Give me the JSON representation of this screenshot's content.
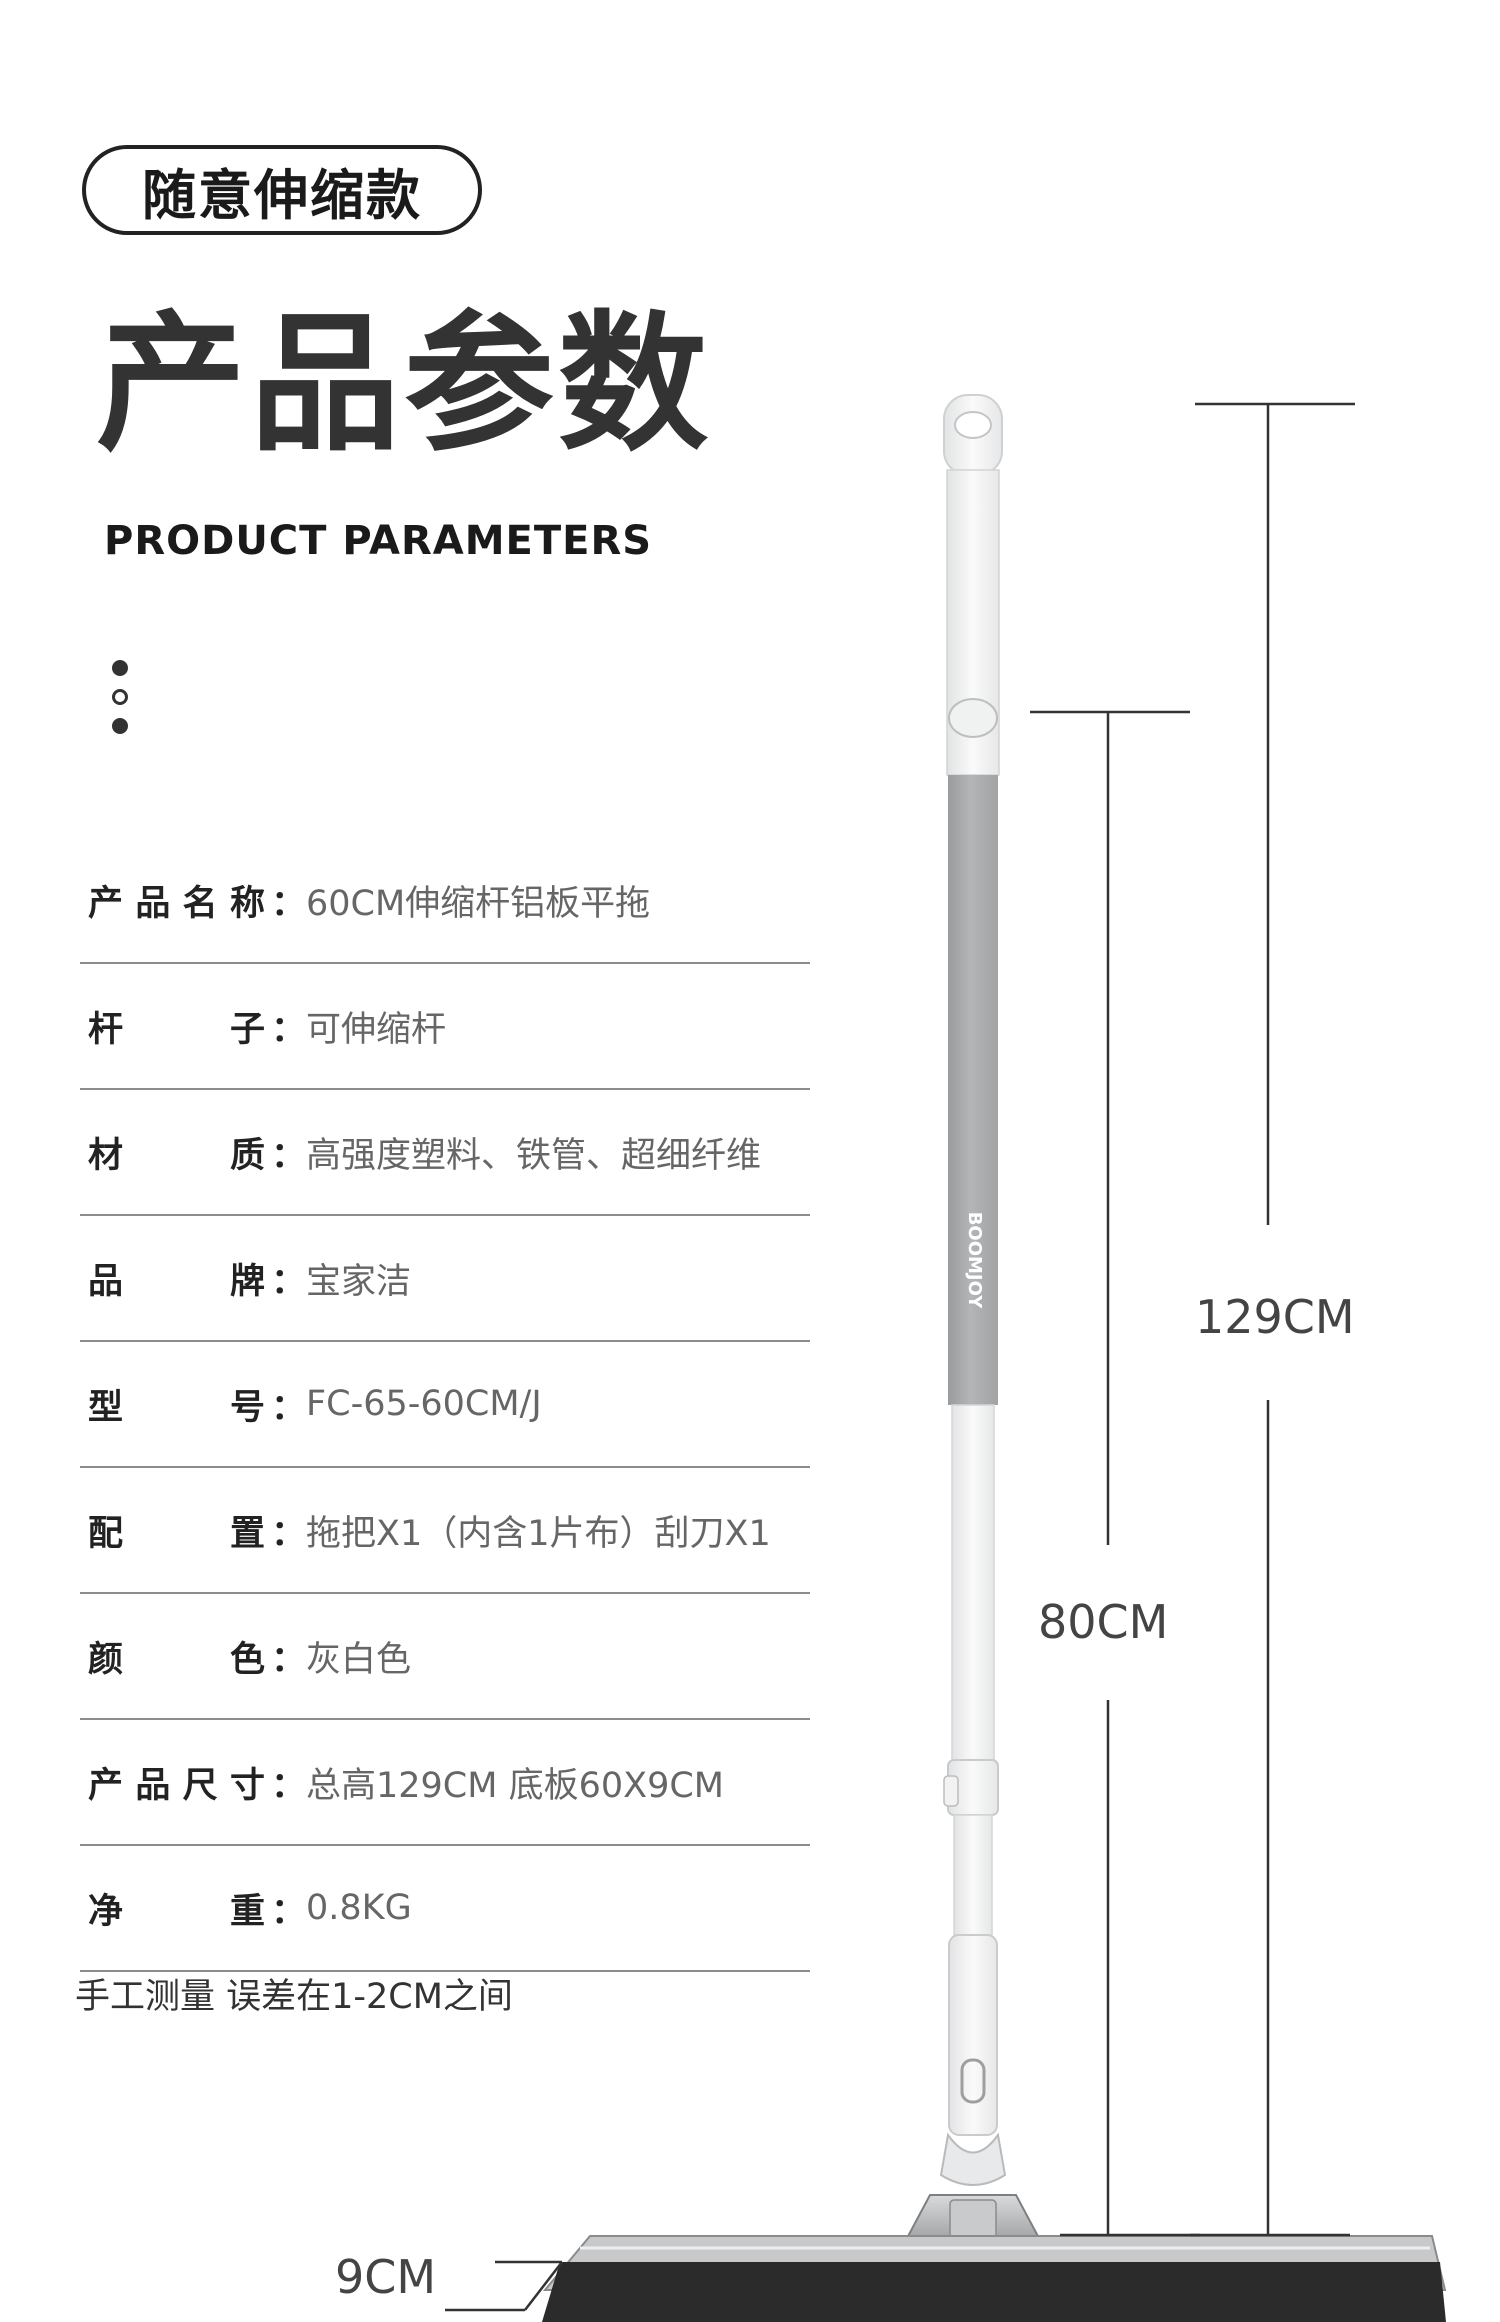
{
  "header": {
    "badge": "随意伸缩款",
    "title": "产品参数",
    "subtitle": "PRODUCT PARAMETERS"
  },
  "specs": [
    {
      "label": [
        "产",
        "品",
        "名",
        "称"
      ],
      "value": "60CM伸缩杆铝板平拖"
    },
    {
      "label": [
        "杆",
        "子"
      ],
      "value": "可伸缩杆"
    },
    {
      "label": [
        "材",
        "质"
      ],
      "value": "高强度塑料、铁管、超细纤维"
    },
    {
      "label": [
        "品",
        "牌"
      ],
      "value": "宝家洁"
    },
    {
      "label": [
        "型",
        "号"
      ],
      "value": "FC-65-60CM/J"
    },
    {
      "label": [
        "配",
        "置"
      ],
      "value": "拖把X1（内含1片布）刮刀X1"
    },
    {
      "label": [
        "颜",
        "色"
      ],
      "value": "灰白色"
    },
    {
      "label": [
        "产",
        "品",
        "尺",
        "寸"
      ],
      "value": "总高129CM 底板60X9CM"
    },
    {
      "label": [
        "净",
        "重"
      ],
      "value": "0.8KG"
    }
  ],
  "note": "手工测量 误差在1-2CM之间",
  "dimensions": {
    "total_height": "129CM",
    "pole_height": "80CM",
    "base_width": "9CM"
  },
  "brand_on_pole": "BOOMJOY",
  "colors": {
    "pole_gray": "#a9aaab",
    "pole_white": "#f4f5f5",
    "line": "#333333"
  }
}
